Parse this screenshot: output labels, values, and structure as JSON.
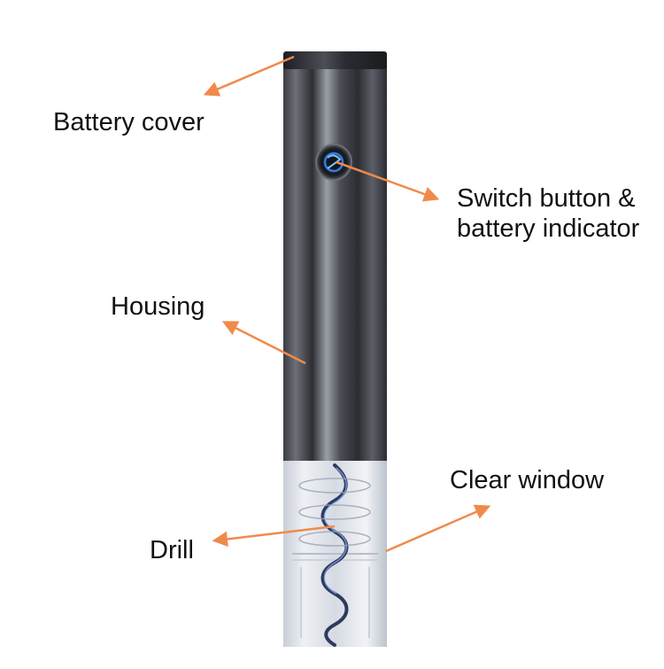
{
  "labels": {
    "battery_cover": "Battery cover",
    "switch_line1": "Switch button &",
    "switch_line2": "battery indicator",
    "housing": "Housing",
    "clear_window": "Clear window",
    "drill": "Drill"
  },
  "colors": {
    "arrow": "#f08a4b",
    "label_text": "#111111",
    "body_dark": "#2e3036",
    "body_light": "#8a8e96",
    "button_glow": "#2f7fe0",
    "window_tint": "#dfe3ea"
  },
  "icons": {
    "switch": "power-swirl-icon"
  }
}
